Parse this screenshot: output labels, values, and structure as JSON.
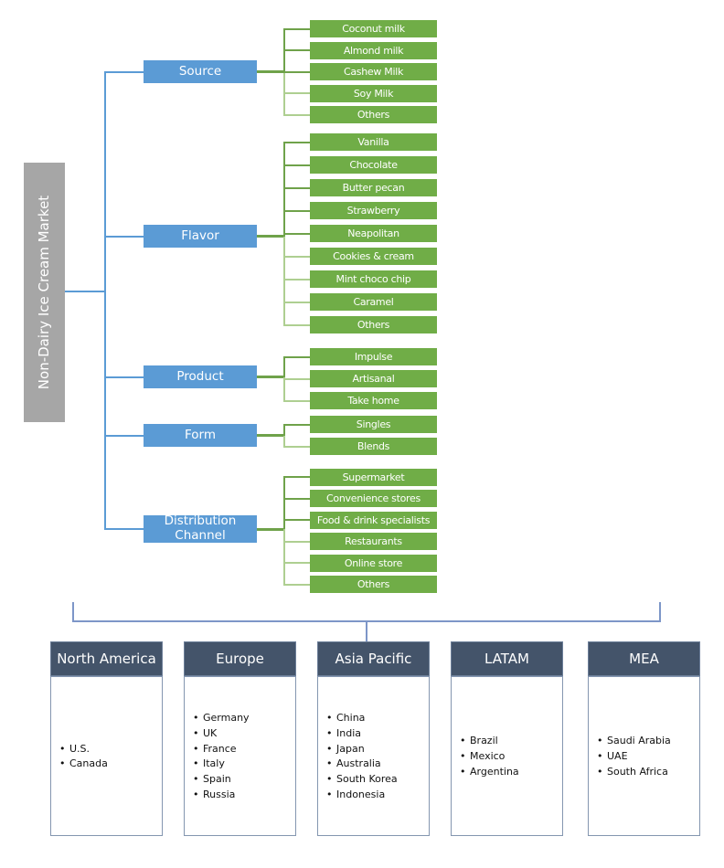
{
  "diagram": {
    "root_label": "Non-Dairy Ice Cream Market",
    "segments": [
      {
        "label": "Source",
        "items": [
          "Coconut milk",
          "Almond milk",
          "Cashew Milk",
          "Soy Milk",
          "Others"
        ]
      },
      {
        "label": "Flavor",
        "items": [
          "Vanilla",
          "Chocolate",
          "Butter pecan",
          "Strawberry",
          "Neapolitan",
          "Cookies & cream",
          "Mint choco chip",
          "Caramel",
          "Others"
        ]
      },
      {
        "label": "Product",
        "items": [
          "Impulse",
          "Artisanal",
          "Take home"
        ]
      },
      {
        "label": "Form",
        "items": [
          "Singles",
          "Blends"
        ]
      },
      {
        "label": "Distribution Channel",
        "items": [
          "Supermarket",
          "Convenience stores",
          "Food & drink specialists",
          "Restaurants",
          "Online store",
          "Others"
        ]
      }
    ],
    "regions": [
      {
        "label": "North America",
        "countries": [
          "U.S.",
          "Canada"
        ]
      },
      {
        "label": "Europe",
        "countries": [
          "Germany",
          "UK",
          "France",
          "Italy",
          "Spain",
          "Russia"
        ]
      },
      {
        "label": "Asia Pacific",
        "countries": [
          "China",
          "India",
          "Japan",
          "Australia",
          "South Korea",
          "Indonesia"
        ]
      },
      {
        "label": "LATAM",
        "countries": [
          "Brazil",
          "Mexico",
          "Argentina"
        ]
      },
      {
        "label": "MEA",
        "countries": [
          "Saudi Arabia",
          "UAE",
          "South Africa"
        ]
      }
    ],
    "colors": {
      "segment_box": "#5B9BD5",
      "item_box": "#70AD47",
      "root_box": "#A6A6A6",
      "region_header": "#44546A",
      "connector_blue": "#5B9BD5",
      "connector_green_dark": "#6FA24A",
      "connector_green_light": "#AECF91",
      "bracket_blue": "#7D96C8",
      "bullet_text": "#111111"
    }
  }
}
